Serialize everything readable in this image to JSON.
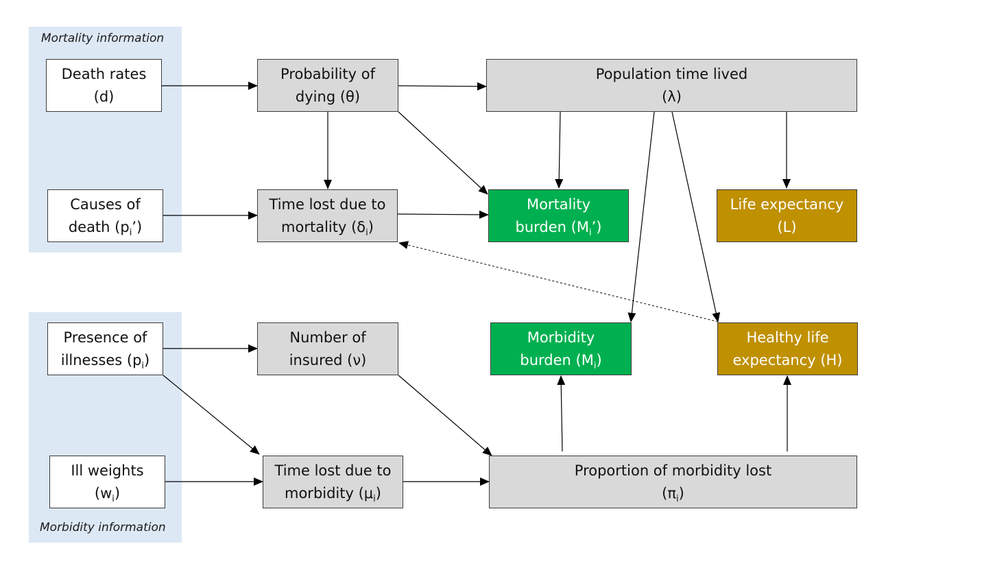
{
  "panels": {
    "mortality_label": "Mortality information",
    "morbidity_label": "Morbidity information"
  },
  "nodes": {
    "death_rates": {
      "line1": "Death rates",
      "line2": "(d)"
    },
    "causes_of_death": {
      "line1": "Causes of",
      "line2_pre": "death (p",
      "line2_sub": "i",
      "line2_post": "’)"
    },
    "presence_of_illnesses": {
      "line1": "Presence of",
      "line2_pre": "illnesses (p",
      "line2_sub": "i",
      "line2_post": ")"
    },
    "ill_weights": {
      "line1": "Ill weights",
      "line2_pre": "(w",
      "line2_sub": "i",
      "line2_post": ")"
    },
    "probability_of_dying": {
      "line1": "Probability of",
      "line2": "dying (θ)"
    },
    "time_lost_mortality": {
      "line1": "Time lost due to",
      "line2_pre": "mortality (δ",
      "line2_sub": "i",
      "line2_post": ")"
    },
    "number_of_insured": {
      "line1": "Number of",
      "line2": "insured (ν)"
    },
    "time_lost_morbidity": {
      "line1": "Time lost due to",
      "line2_pre": "morbidity (μ",
      "line2_sub": "i",
      "line2_post": ")"
    },
    "population_time_lived": {
      "line1": "Population time lived",
      "line2": "(λ)"
    },
    "mortality_burden": {
      "line1": "Mortality",
      "line2_pre": "burden (M",
      "line2_sub": "i",
      "line2_post": "’)"
    },
    "life_expectancy": {
      "line1": "Life expectancy",
      "line2": "(L)"
    },
    "morbidity_burden": {
      "line1": "Morbidity",
      "line2_pre": "burden (M",
      "line2_sub": "i",
      "line2_post": ")"
    },
    "healthy_life_expectancy": {
      "line1": "Healthy life",
      "line2": "expectancy (H)"
    },
    "proportion_morbidity_lost": {
      "line1": "Proportion of morbidity lost",
      "line2_pre": "(π",
      "line2_sub": "i",
      "line2_post": ")"
    }
  },
  "colors": {
    "panel": "#dde8f5",
    "input_node": "#ffffff",
    "intermediate_node": "#d9d9d9",
    "burden_node": "#00b050",
    "expectancy_node": "#bf9000",
    "edge": "#000000"
  },
  "edges": [
    {
      "from": "death_rates",
      "to": "probability_of_dying",
      "style": "solid"
    },
    {
      "from": "probability_of_dying",
      "to": "population_time_lived",
      "style": "solid"
    },
    {
      "from": "probability_of_dying",
      "to": "time_lost_mortality",
      "style": "solid"
    },
    {
      "from": "probability_of_dying",
      "to": "mortality_burden",
      "style": "solid"
    },
    {
      "from": "population_time_lived",
      "to": "mortality_burden",
      "style": "solid"
    },
    {
      "from": "population_time_lived",
      "to": "life_expectancy",
      "style": "solid"
    },
    {
      "from": "population_time_lived",
      "to": "morbidity_burden",
      "style": "solid"
    },
    {
      "from": "population_time_lived",
      "to": "healthy_life_expectancy",
      "style": "solid"
    },
    {
      "from": "causes_of_death",
      "to": "time_lost_mortality",
      "style": "solid"
    },
    {
      "from": "time_lost_mortality",
      "to": "mortality_burden",
      "style": "solid"
    },
    {
      "from": "healthy_life_expectancy",
      "to": "time_lost_mortality",
      "style": "dashed"
    },
    {
      "from": "presence_of_illnesses",
      "to": "number_of_insured",
      "style": "solid"
    },
    {
      "from": "presence_of_illnesses",
      "to": "time_lost_morbidity",
      "style": "solid"
    },
    {
      "from": "number_of_insured",
      "to": "proportion_morbidity_lost",
      "style": "solid"
    },
    {
      "from": "ill_weights",
      "to": "time_lost_morbidity",
      "style": "solid"
    },
    {
      "from": "time_lost_morbidity",
      "to": "proportion_morbidity_lost",
      "style": "solid"
    },
    {
      "from": "proportion_morbidity_lost",
      "to": "morbidity_burden",
      "style": "solid"
    },
    {
      "from": "proportion_morbidity_lost",
      "to": "healthy_life_expectancy",
      "style": "solid"
    }
  ]
}
